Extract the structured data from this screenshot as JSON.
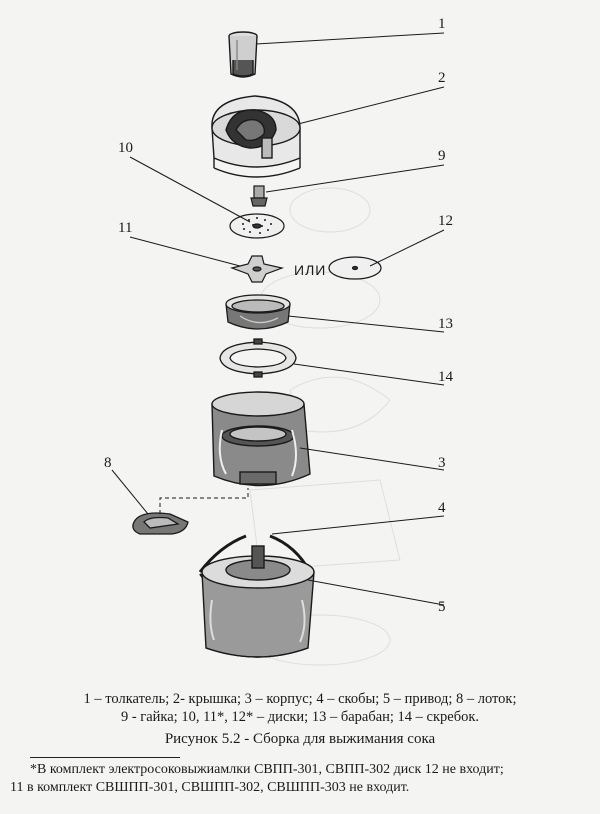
{
  "figure": {
    "callouts": [
      "1",
      "2",
      "10",
      "9",
      "11",
      "12",
      "13",
      "14",
      "3",
      "8",
      "4",
      "5"
    ],
    "or_label": "ИЛИ"
  },
  "legend": {
    "line1": "1 – толкатель; 2- крышка; 3 – корпус; 4 – скобы; 5 – привод; 8 – лоток;",
    "line2": "9 - гайка; 10, 11*, 12* – диски; 13 – барабан; 14 – скребок."
  },
  "caption": "Рисунок 5.2 - Сборка для выжимания сока",
  "footnote": {
    "line1": "*В комплект электросоковыжиамлки СВПП-301, СВПП-302 диск 12 не входит;",
    "line2": "11 в комплект СВШПП-301, СВШПП-302, СВШПП-303 не входит."
  },
  "colors": {
    "ink": "#1a1a1a",
    "paper": "#f4f4f2"
  }
}
